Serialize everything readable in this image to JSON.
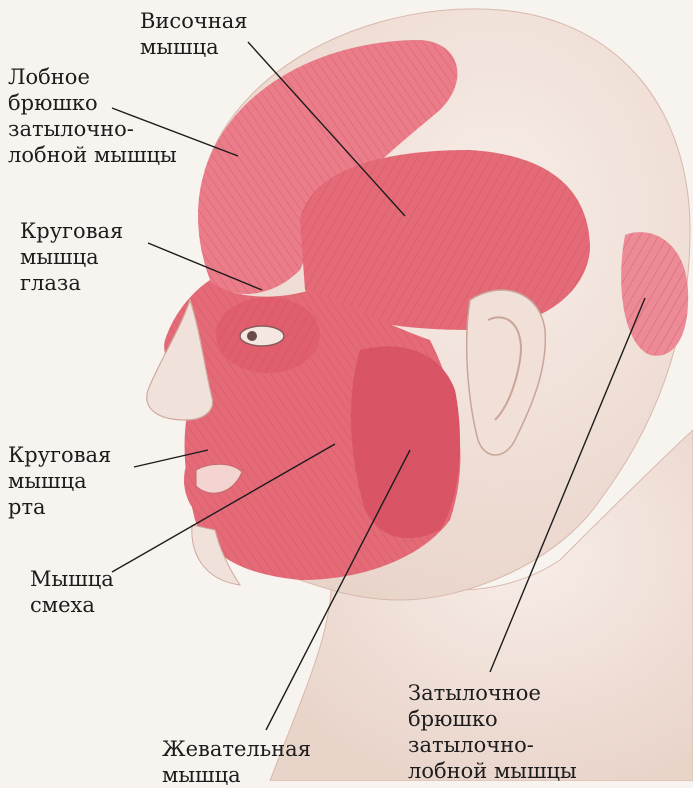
{
  "labels": {
    "temporal": "Височная\nмышца",
    "frontal_belly": "Лобное\nбрюшко\nзатылочно-\nлобной мышцы",
    "orbicularis_oculi": "Круговая\nмышца\nглаза",
    "orbicularis_oris": "Круговая\nмышца\nрта",
    "risorius": "Мышца\nсмеха",
    "masseter": "Жевательная\nмышца",
    "occipital_belly": "Затылочное\nбрюшко\nзатылочно-\nлобной мышцы"
  },
  "colors": {
    "background": "#f7f3ef",
    "skin": "#f2e4dc",
    "muscle": "#e46a78",
    "muscle_light": "#f0a4ad",
    "leader_line": "#1c1c1c",
    "text": "#1c1c1c"
  }
}
